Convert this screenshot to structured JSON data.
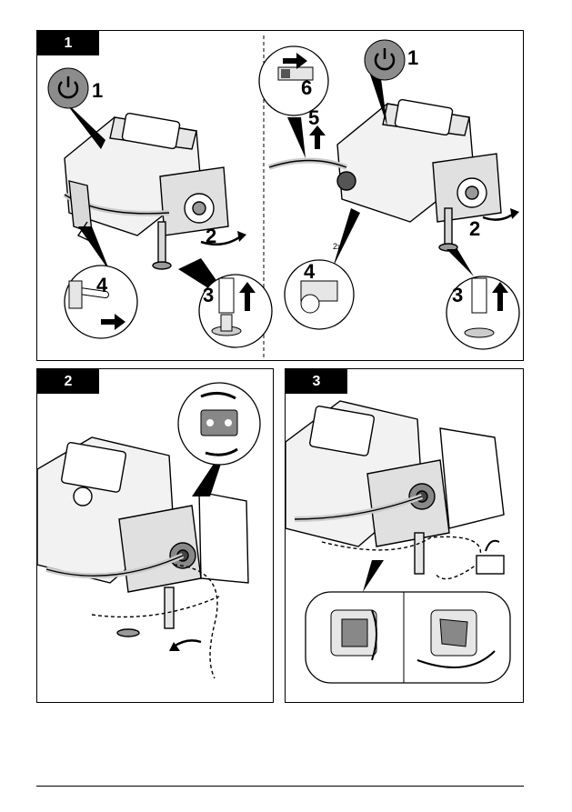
{
  "panels": [
    {
      "label": "1"
    },
    {
      "label": "2"
    },
    {
      "label": "3"
    }
  ],
  "callouts_panel1_left": {
    "power": "1",
    "rotate": "2",
    "tube": "3",
    "slide": "4"
  },
  "callouts_panel1_right": {
    "power": "1",
    "rotate": "2",
    "tube": "3",
    "slide": "4",
    "up": "5",
    "push": "6",
    "times": "2x"
  },
  "colors": {
    "stroke": "#000000",
    "fill_light": "#f2f2f2",
    "fill_mid": "#d9d9d9",
    "fill_dark": "#555555",
    "power_btn": "#8c8c8c"
  },
  "icons": [
    "power-icon",
    "rotate-arrow-icon",
    "up-arrow-icon",
    "right-arrow-icon",
    "magnifier-callout"
  ]
}
